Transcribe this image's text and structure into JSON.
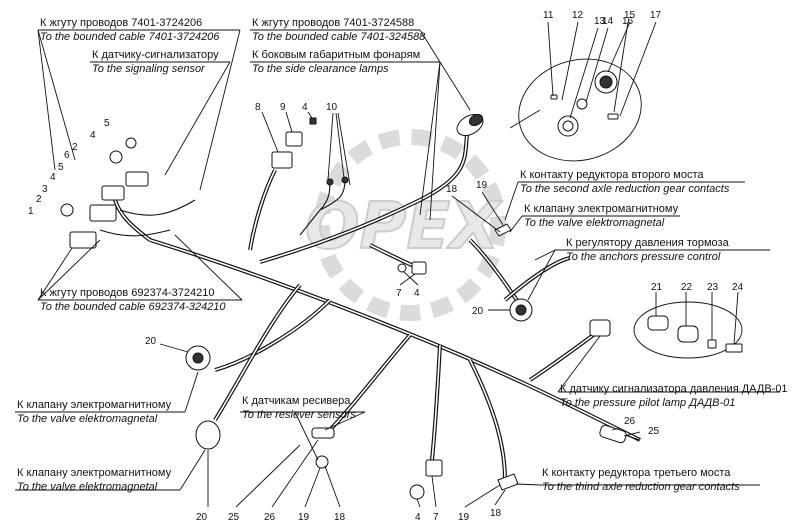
{
  "watermark": "OPEX",
  "labels": {
    "cable_7401_206_ru": "К жгуту проводов 7401-3724206",
    "cable_7401_206_en": "To the bounded cable 7401-3724206",
    "signaling_sensor_ru": "К датчику-сигнализатору",
    "signaling_sensor_en": "To the signaling sensor",
    "cable_7401_588_ru": "К жгуту проводов 7401-3724588",
    "cable_7401_588_en": "To the bounded cable 7401-324588",
    "side_lamps_ru": "К боковым габаритным фонарям",
    "side_lamps_en": "To the side clearance lamps",
    "second_axle_ru": "К контакту редуктора второго моста",
    "second_axle_en": "To the second axle reduction gear contacts",
    "valve_top_ru": "К клапану электромагнитному",
    "valve_top_en": "To the valve elektromagnetal",
    "brake_reg_ru": "К регулятору давления тормоза",
    "brake_reg_en": "To the anchors pressure control",
    "cable_692374_ru": "К жгуту проводов 692374-3724210",
    "cable_692374_en": "To the bounded cable 692374-324210",
    "valve_left_ru": "К клапану электромагнитному",
    "valve_left_en": "To the valve elektromagnetal",
    "receiver_ru": "К датчикам ресивера",
    "receiver_en": "To the resiever sensors",
    "pressure_lamp_ru": "К датчику сигнализатора давления ДАДВ-01",
    "pressure_lamp_en": "To the pressure pilot lamp ДАДВ-01",
    "valve_bottom_ru": "К клапану электромагнитному",
    "valve_bottom_en": "To the valve elektromagnetal",
    "third_axle_ru": "К контакту редуктора третьего моста",
    "third_axle_en": "To the thind axle reduction gear contacts"
  },
  "callouts": {
    "n1": "1",
    "n2": "2",
    "n3": "3",
    "n4a": "4",
    "n5a": "5",
    "n6": "6",
    "n2b": "2",
    "n4b": "4",
    "n5b": "5",
    "n8": "8",
    "n9": "9",
    "n4c": "4",
    "n10": "10",
    "n11": "11",
    "n12": "12",
    "n13": "13",
    "n14": "14",
    "n15": "15",
    "n16": "16",
    "n17": "17",
    "n18a": "18",
    "n19a": "19",
    "n7a": "7",
    "n4d": "4",
    "n20a": "20",
    "n21": "21",
    "n22": "22",
    "n23": "23",
    "n24": "24",
    "n20b": "20",
    "n20c": "20",
    "n25a": "25",
    "n26a": "26",
    "n25b": "25",
    "n26b": "26",
    "n19b": "19",
    "n18b": "18",
    "n4e": "4",
    "n7b": "7",
    "n19c": "19",
    "n18c": "18"
  }
}
